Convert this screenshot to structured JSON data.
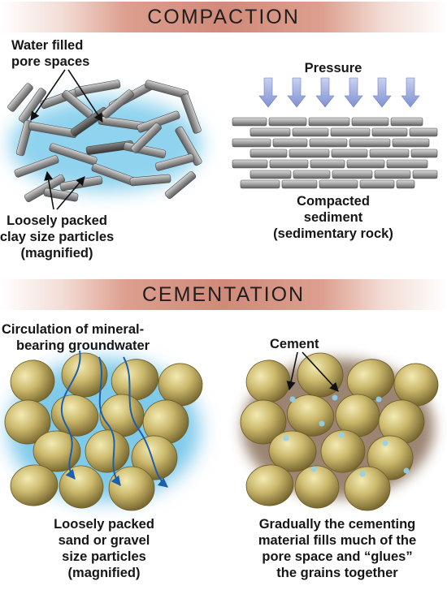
{
  "compaction": {
    "title": "COMPACTION",
    "water_label": [
      "Water filled",
      "pore spaces"
    ],
    "pressure_label": "Pressure",
    "loose_label": [
      "Loosely packed",
      "clay size particles",
      "(magnified)"
    ],
    "compacted_label": [
      "Compacted",
      "sediment",
      "(sedimentary rock)"
    ]
  },
  "cementation": {
    "title": "CEMENTATION",
    "groundwater_label": [
      "Circulation of mineral-",
      "bearing groundwater"
    ],
    "cement_label": "Cement",
    "loose_label": [
      "Loosely packed",
      "sand or gravel",
      "size particles",
      "(magnified)"
    ],
    "gradual_label": [
      "Gradually the cementing",
      "material fills much of the",
      "pore space and “glues”",
      "the grains together"
    ]
  },
  "colors": {
    "banner": "#d08a79",
    "water": "#8fd3ee",
    "arrow": "#8f9fd6",
    "grain": "#c9b66a",
    "cement": "#8a6f5a",
    "flow_line": "#1b5fae"
  }
}
